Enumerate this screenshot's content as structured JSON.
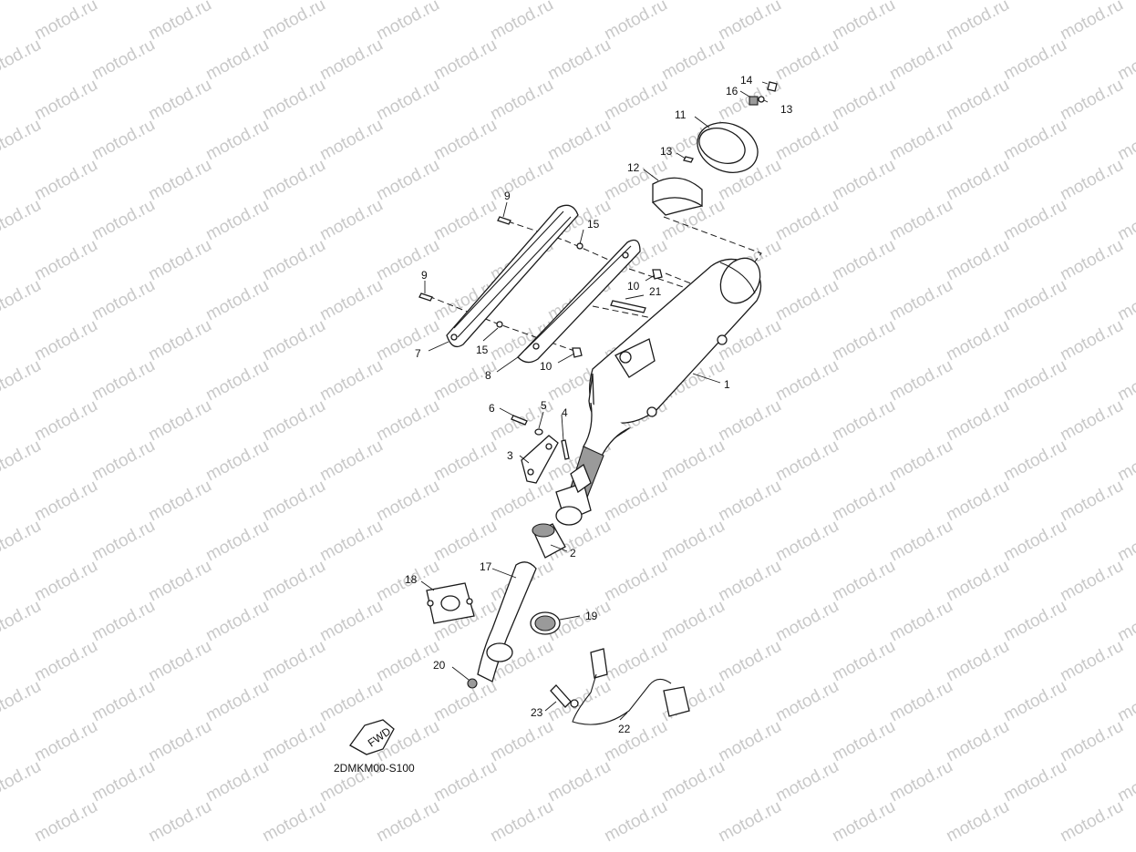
{
  "watermark": "motod.ru",
  "diagram_code": "2DMKM00-S100",
  "fwd_label": "FWD",
  "callouts": {
    "c1": "1",
    "c2": "2",
    "c3": "3",
    "c4": "4",
    "c5": "5",
    "c6": "6",
    "c7": "7",
    "c8": "8",
    "c9a": "9",
    "c9b": "9",
    "c10a": "10",
    "c10b": "10",
    "c11": "11",
    "c12": "12",
    "c13a": "13",
    "c13b": "13",
    "c14": "14",
    "c15a": "15",
    "c15b": "15",
    "c16": "16",
    "c17": "17",
    "c18": "18",
    "c19": "19",
    "c20": "20",
    "c21": "21",
    "c22": "22",
    "c23": "23"
  },
  "colors": {
    "line": "#1a1a1a",
    "watermark": "#c9c9c9",
    "background": "#ffffff"
  }
}
